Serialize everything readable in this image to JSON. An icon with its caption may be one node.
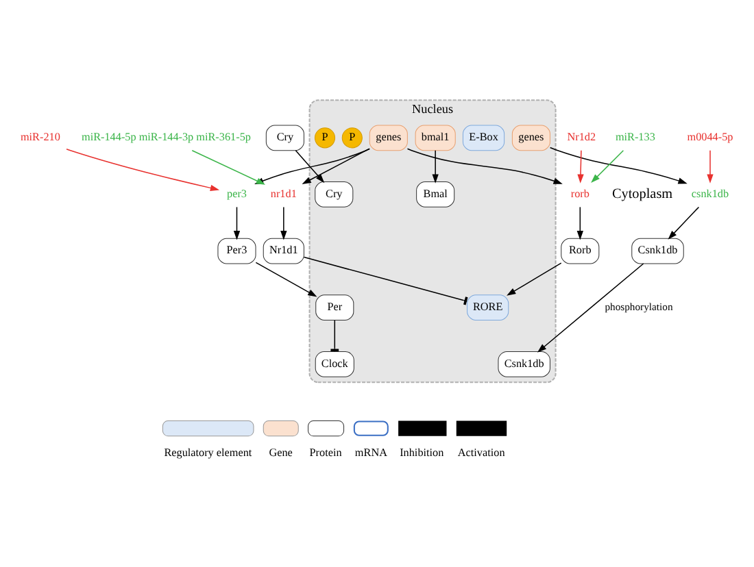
{
  "diagram": {
    "nodes": [
      {
        "text": [
          "Nucleus"
        ]
      },
      {
        "text": [
          "RORE"
        ],
        "in": 0
      },
      {
        "text": [
          "bmal1"
        ],
        "in": 0
      },
      {
        "text": [
          "E-Box"
        ],
        "in": 0
      },
      {
        "text": [
          "genes"
        ],
        "in": 0
      },
      {
        "text": [
          "Bmal"
        ],
        "in": 0
      },
      {
        "text": [
          "Clock"
        ],
        "in": 0
      },
      {
        "text": [
          "genes"
        ],
        "in": 0
      },
      {
        "text": [
          "Csnk1db"
        ],
        "in": 0
      },
      {
        "text": [
          "Per"
        ],
        "in": 0
      },
      {
        "text": [
          "Cry"
        ],
        "in": 0
      },
      {
        "text": [
          "P"
        ],
        "in": 0
      },
      {
        "text": [
          "P"
        ],
        "in": 0
      },
      {
        "text": [
          "Rorb"
        ]
      },
      {
        "text": [
          "rorb"
        ]
      },
      {
        "text": [
          "Nr1d2"
        ]
      },
      {
        "text": [
          "miR-133"
        ]
      },
      {
        "text": [
          "Nr1d1"
        ]
      },
      {
        "text": [
          "nr1d1"
        ]
      },
      {
        "text": [
          "miR-144-5p miR-144-3p miR-361-5p"
        ]
      },
      {
        "text": [
          "per3"
        ]
      },
      {
        "text": [
          "miR-210"
        ]
      },
      {
        "text": [
          "Per3"
        ]
      },
      {
        "text": [
          "Cry"
        ]
      },
      {
        "text": [
          "csnk1db"
        ]
      },
      {
        "text": [
          "m0044-5p"
        ]
      },
      {
        "text": [
          "Csnk1db"
        ]
      }
    ],
    "edges": [
      {
        "from": 14,
        "to": 13,
        "arrow": "to"
      },
      {
        "from": 15,
        "to": 14,
        "arrow": "to",
        "color": "#e8322f"
      },
      {
        "from": 16,
        "to": 14,
        "arrow": "to",
        "color": "#3cb54a"
      },
      {
        "from": 19,
        "to": 18,
        "arrow": "to",
        "color": "#3cb54a"
      },
      {
        "from": 18,
        "to": 17,
        "arrow": "to"
      },
      {
        "from": 4,
        "to": 18,
        "arrow": "to"
      },
      {
        "from": 4,
        "to": 14,
        "arrow": "to"
      },
      {
        "from": 13,
        "to": 1,
        "arrow": "to"
      },
      {
        "from": 17,
        "to": 1,
        "arrow": "other"
      },
      {
        "from": 2,
        "to": 5,
        "arrow": "to"
      },
      {
        "from": 4,
        "to": 20,
        "arrow": "to"
      },
      {
        "from": 21,
        "to": 20,
        "arrow": "to",
        "color": "#e8322f"
      },
      {
        "from": 20,
        "to": 22,
        "arrow": "to"
      },
      {
        "from": 22,
        "to": 9,
        "arrow": "to"
      },
      {
        "from": 23,
        "to": 10,
        "arrow": "to"
      },
      {
        "from": 9,
        "to": 6,
        "arrow": "other"
      },
      {
        "from": 7,
        "to": 24,
        "arrow": "to"
      },
      {
        "from": 25,
        "to": 24,
        "arrow": "to",
        "color": "#e8322f"
      },
      {
        "from": 24,
        "to": 26,
        "arrow": "to"
      },
      {
        "from": 26,
        "to": 8,
        "arrow": "to",
        "label": "phosphorylation"
      }
    ],
    "labels": [
      "Cytoplasm"
    ],
    "legend": [
      {
        "text": "Regulatory element",
        "color": "#dce8f7"
      },
      {
        "text": "Gene",
        "color": "#fbe1cf"
      },
      {
        "text": "Protein"
      },
      {
        "text": "mRNA"
      },
      {
        "text": "Inhibition"
      },
      {
        "text": "Activation"
      }
    ]
  }
}
